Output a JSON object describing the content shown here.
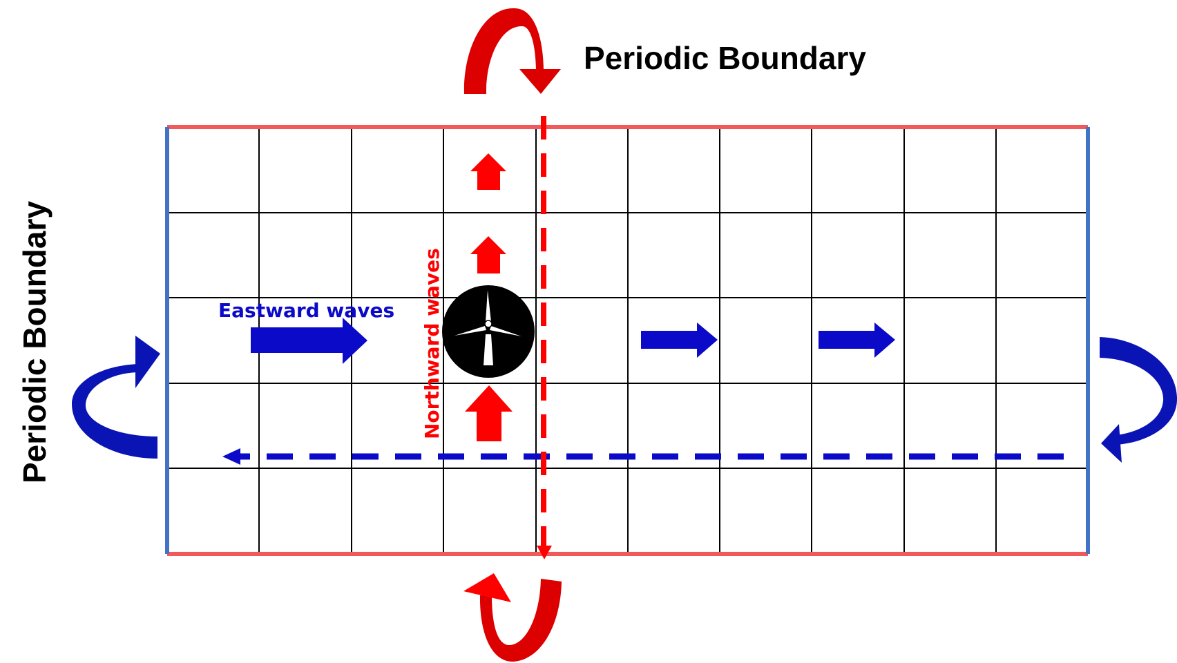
{
  "diagram": {
    "top_label": "Periodic Boundary",
    "left_label": "Periodic Boundary",
    "eastward_label": "Eastward waves",
    "northward_label": "Northward waves",
    "grid": {
      "columns": 10,
      "rows": 5
    },
    "colors": {
      "text": "#000000",
      "grid_line": "#000000",
      "top_bottom_boundary": "#f05a5a",
      "left_right_boundary": "#4472c4",
      "eastward": "#0a0ac8",
      "northward": "#ff0000",
      "wrap_blue": "#0a14b4",
      "wrap_red": "#dc0000",
      "turbine_disc": "#000000",
      "turbine_blades": "#ffffff"
    },
    "icons": {
      "turbine": "wind-turbine-icon",
      "top_wrap": "curved-arrow-down-icon",
      "bottom_wrap": "curved-arrow-up-icon",
      "left_wrap": "curved-arrow-right-icon",
      "right_wrap": "curved-arrow-left-icon"
    }
  }
}
